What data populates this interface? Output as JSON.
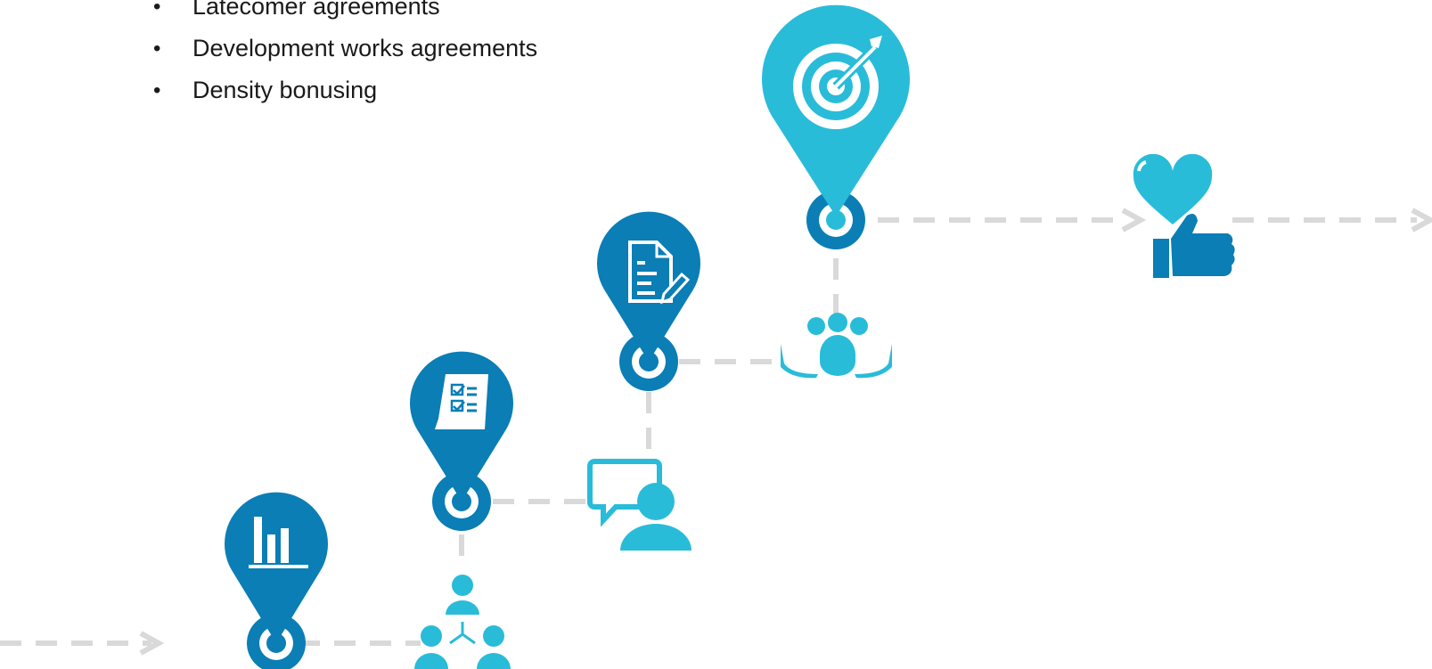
{
  "bullets": [
    "Latecomer agreements",
    "Development works agreements",
    "Density bonusing"
  ],
  "colors": {
    "dark_blue": "#0a7eb5",
    "light_blue": "#29bcd9",
    "connector": "#d9d9d9",
    "text": "#1a1a1a"
  },
  "icons": [
    "bar-chart-icon",
    "hierarchy-people-icon",
    "checklist-scroll-icon",
    "chat-person-icon",
    "document-edit-icon",
    "group-hands-icon",
    "target-arrow-icon",
    "heart-thumbs-up-icon"
  ]
}
